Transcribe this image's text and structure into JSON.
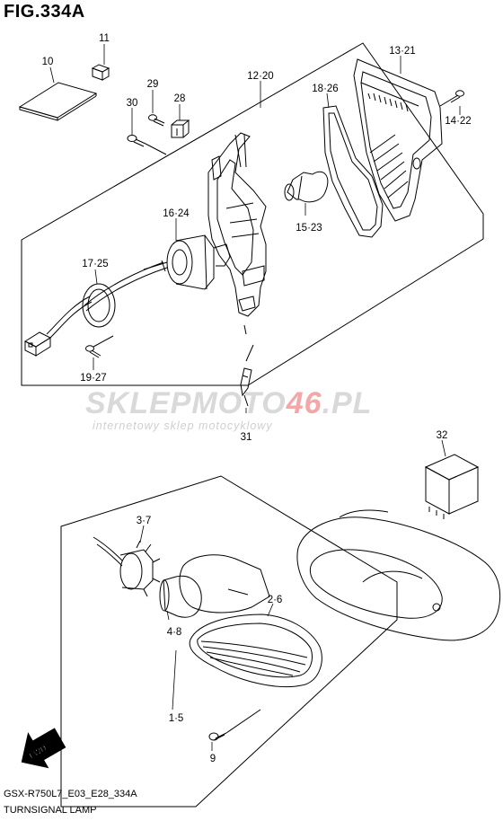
{
  "figure": {
    "title": "FIG.334A",
    "model_code": "GSX-R750L7_E03_E28_334A",
    "section_name": "TURNSIGNAL LAMP"
  },
  "watermark": {
    "brand_pre": "SKLEPMOTO",
    "brand_num": "46",
    "brand_post": ".PL",
    "tagline": "internetowy sklep motocyklowy"
  },
  "direction_badge": {
    "label": "FWD"
  },
  "callouts": {
    "c1": "11",
    "c2": "10",
    "c3": "29",
    "c4": "28",
    "c5": "30",
    "c6": "12·20",
    "c7": "13·21",
    "c8": "18·26",
    "c9": "14·22",
    "c10": "16·24",
    "c11": "15·23",
    "c12": "17·25",
    "c13": "19·27",
    "c14": "31",
    "c15": "32",
    "c16": "3·7",
    "c17": "2·6",
    "c18": "4·8",
    "c19": "1·5",
    "c20": "9"
  },
  "colors": {
    "line": "#000000",
    "watermark_gray": "#d9d9d9",
    "watermark_accent": "#f2a8a8"
  }
}
